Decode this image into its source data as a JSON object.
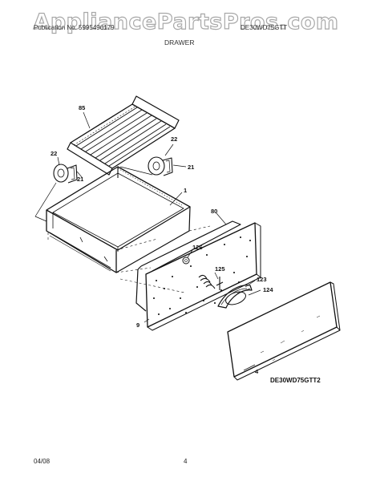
{
  "watermark": "AppliancePartsPros.com",
  "header": {
    "left": "Publication No. 5995496179",
    "right": "DE30WD75GTT",
    "section": "DRAWER"
  },
  "labels": {
    "rack": "85",
    "roller_left_top": "22",
    "roller_left_bottom": "21",
    "roller_right_top": "22",
    "roller_right_bottom": "21",
    "drawer": "1",
    "gasket": "80",
    "insulation": "126",
    "clip": "125",
    "handle": "123",
    "handle_cap": "124",
    "inner_panel": "9",
    "outer_panel": "4"
  },
  "diagram_code": "DE30WD75GTT2",
  "footer": {
    "date": "04/08",
    "page": "4"
  }
}
